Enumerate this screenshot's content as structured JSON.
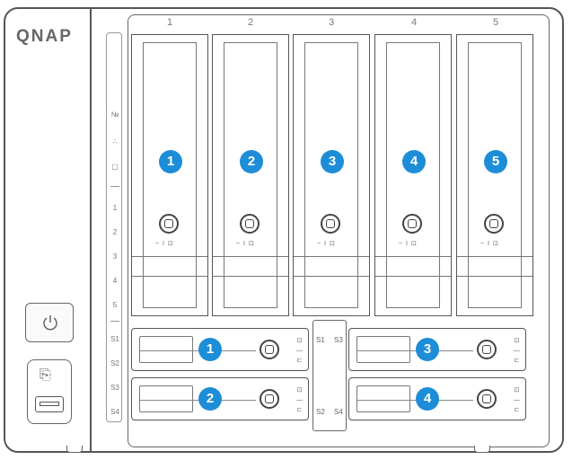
{
  "brand": {
    "logo": "QNAP"
  },
  "bay_numbers": [
    "1",
    "2",
    "3",
    "4",
    "5"
  ],
  "led_labels": [
    "1",
    "2",
    "3",
    "4",
    "5",
    "S1",
    "S2",
    "S3",
    "S4"
  ],
  "led_icons": [
    "status-led-icon",
    "network-led-icon",
    "lan-led-icon"
  ],
  "hdd_bays": [
    {
      "badge": "1"
    },
    {
      "badge": "2"
    },
    {
      "badge": "3"
    },
    {
      "badge": "4"
    },
    {
      "badge": "5"
    }
  ],
  "ssd_slots": [
    {
      "badge": "1"
    },
    {
      "badge": "2"
    },
    {
      "badge": "3"
    },
    {
      "badge": "4"
    }
  ],
  "ssd_center_labels": {
    "top_left": "S1",
    "top_right": "S3",
    "bottom_left": "S2",
    "bottom_right": "S4"
  },
  "lock_legend": "~ I ⊡",
  "ssd_lock_legend": [
    "⊡",
    "—",
    "⊏"
  ],
  "colors": {
    "badge": "#1d8dd8",
    "line": "#555555"
  },
  "icons": {
    "power": "power-icon",
    "usb": "usb-icon"
  }
}
